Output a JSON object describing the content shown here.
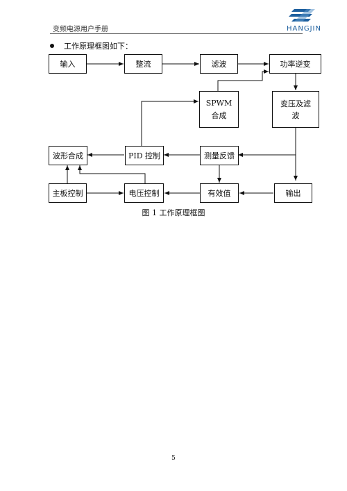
{
  "header": {
    "title": "变频电源用户手册",
    "logo_text": "HANGJIN"
  },
  "intro": "工作原理框图如下：",
  "diagram": {
    "input": "输入",
    "rectify": "整流",
    "filter": "滤波",
    "inverter": "功率逆变",
    "spwm_line1": "SPWM",
    "spwm_line2": "合成",
    "transform_line1": "变压及滤",
    "transform_line2": "波",
    "waveform": "波形合成",
    "pid": "PID 控制",
    "feedback": "测量反馈",
    "mainboard": "主板控制",
    "voltage": "电压控制",
    "rms": "有效值",
    "output": "输出"
  },
  "caption": "图 1  工作原理框图",
  "page_number": "5"
}
